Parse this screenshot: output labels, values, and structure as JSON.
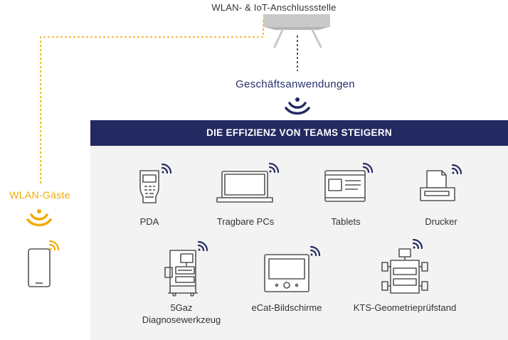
{
  "access_point": {
    "label": "WLAN- & IoT-Anschlussstelle",
    "icon": "access-point-icon"
  },
  "business_apps": {
    "label": "Geschäftsanwendungen",
    "icon": "wifi-signal-icon"
  },
  "guests": {
    "label": "WLAN-Gäste",
    "device_icon": "smartphone-icon"
  },
  "panel": {
    "title": "DIE EFFIZIENZ VON TEAMS STEIGERN"
  },
  "devices": [
    {
      "label": "PDA",
      "icon": "pda-icon"
    },
    {
      "label": "Tragbare PCs",
      "icon": "laptop-icon"
    },
    {
      "label": "Tablets",
      "icon": "tablet-icon"
    },
    {
      "label": "Drucker",
      "icon": "printer-icon"
    },
    {
      "label": "5Gaz",
      "label2": "Diagnosewerkzeug",
      "icon": "diagnostic-tool-icon"
    },
    {
      "label": "eCat-Bildschirme",
      "icon": "monitor-icon"
    },
    {
      "label": "KTS-Geometrieprüfstand",
      "icon": "geometry-test-bench-icon"
    }
  ],
  "colors": {
    "navy": "#232a61",
    "gold": "#f2a900",
    "panel_bg": "#f3f3f3",
    "icon_gray": "#555555"
  }
}
